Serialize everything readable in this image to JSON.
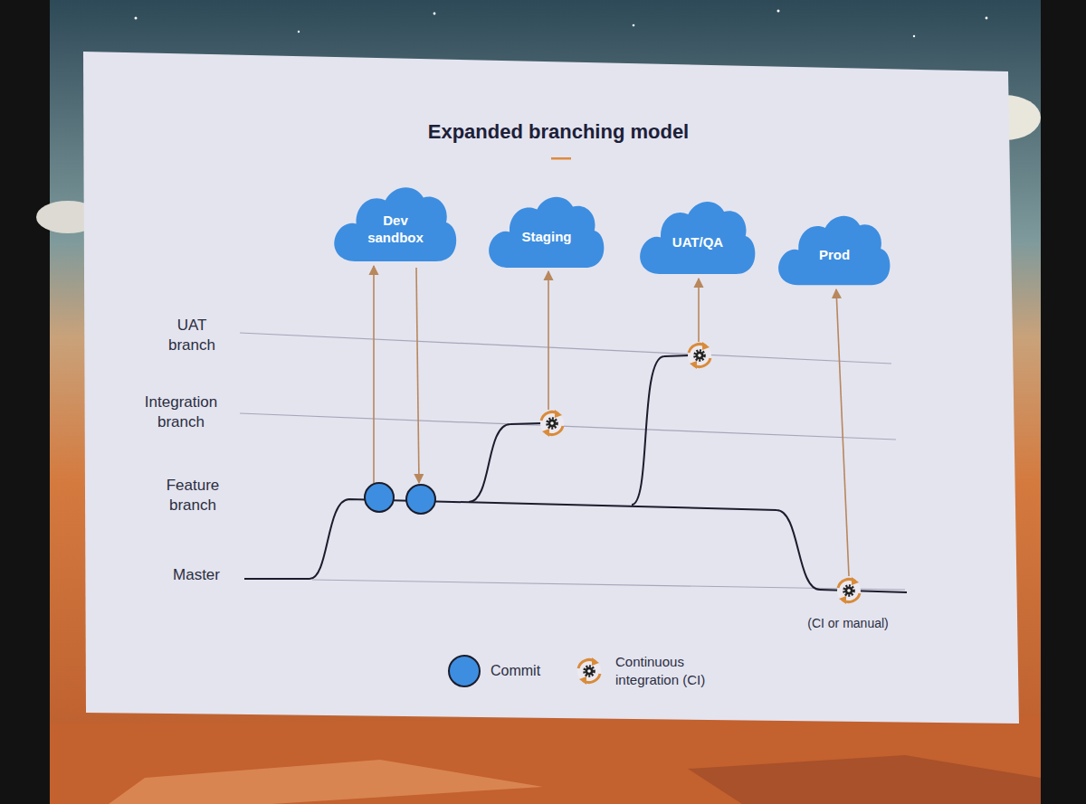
{
  "diagram": {
    "title": "Expanded branching model",
    "nodes": [
      {
        "text": [
          "Dev sandbox"
        ]
      },
      {
        "text": [
          "Staging"
        ]
      },
      {
        "text": [
          "UAT/QA"
        ]
      },
      {
        "text": [
          "Prod"
        ]
      }
    ],
    "labels": [
      "UAT branch",
      "Integration branch",
      "Feature branch",
      "Master",
      "(CI or manual)"
    ],
    "legend": [
      {
        "text": "Commit"
      },
      {
        "text": "Continuous integration (CI)"
      }
    ]
  }
}
